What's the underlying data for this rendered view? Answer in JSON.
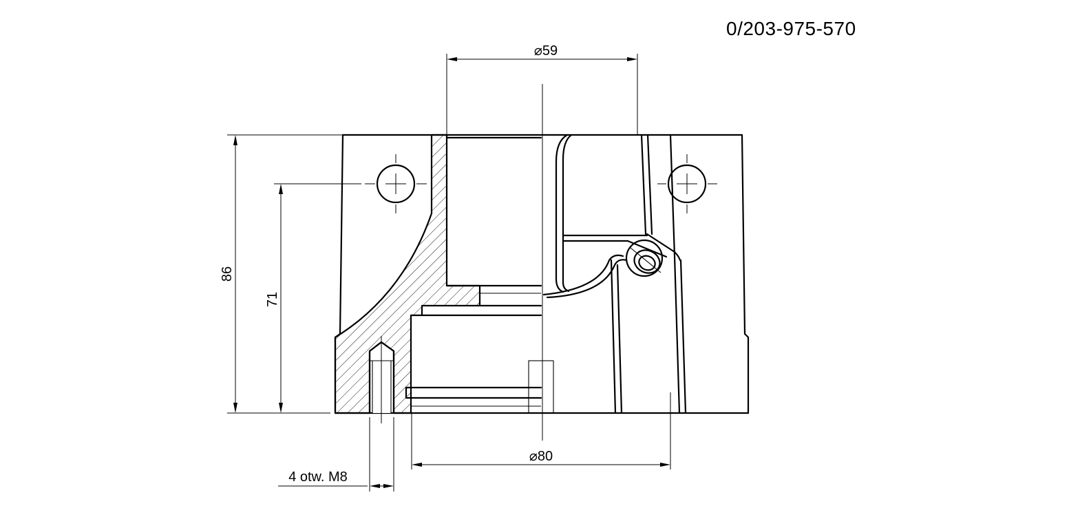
{
  "drawing": {
    "part_number": "0/203-975-570",
    "dimensions": {
      "top_diameter": "⌀59",
      "bottom_diameter": "⌀80",
      "total_height": "86",
      "hole_axis_height": "71",
      "thread_holes": "4 otw. M8"
    },
    "colors": {
      "line": "#000000",
      "background": "#ffffff"
    }
  }
}
